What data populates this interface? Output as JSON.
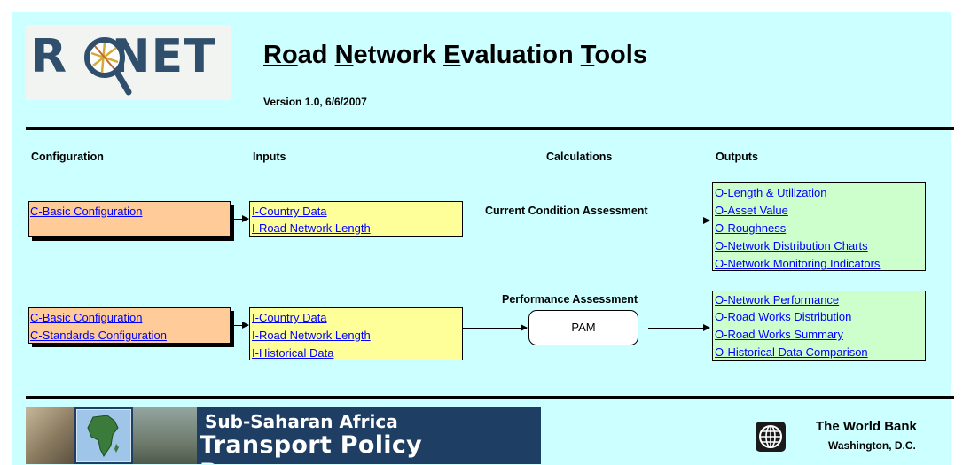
{
  "logo": {
    "text_left": "R",
    "text_right": "NET"
  },
  "title": "Road Network Evaluation Tools",
  "version": "Version 1.0, 6/6/2007",
  "columns": {
    "configuration": "Configuration",
    "inputs": "Inputs",
    "calculations": "Calculations",
    "outputs": "Outputs"
  },
  "row1": {
    "config_links": [
      "C-Basic Configuration"
    ],
    "input_links": [
      "I-Country Data",
      "I-Road Network Length"
    ],
    "calc_label": "Current Condition Assessment",
    "output_links": [
      "O-Length & Utilization",
      "O-Asset Value",
      "O-Roughness",
      "O-Network Distribution Charts",
      "O-Network Monitoring Indicators"
    ]
  },
  "row2": {
    "config_links": [
      "C-Basic Configuration",
      "C-Standards Configuration"
    ],
    "input_links": [
      "I-Country Data",
      "I-Road Network Length",
      "I-Historical Data"
    ],
    "calc_label": "Performance Assessment",
    "calc_box": "PAM",
    "output_links": [
      "O-Network Performance",
      "O-Road Works Distribution",
      "O-Road Works Summary",
      "O-Historical Data Comparison"
    ]
  },
  "banner": {
    "line1": "Sub-Saharan Africa",
    "line2": "Transport Policy Program"
  },
  "footer": {
    "org": "The World Bank",
    "city": "Washington, D.C."
  },
  "colors": {
    "background": "#ccffff",
    "config_box": "#ffcc99",
    "input_box": "#ffff99",
    "output_box": "#ccffcc",
    "link": "#0000ff"
  },
  "icons": [
    "magnifier-road-icon",
    "africa-map-icon",
    "world-bank-globe-icon"
  ]
}
